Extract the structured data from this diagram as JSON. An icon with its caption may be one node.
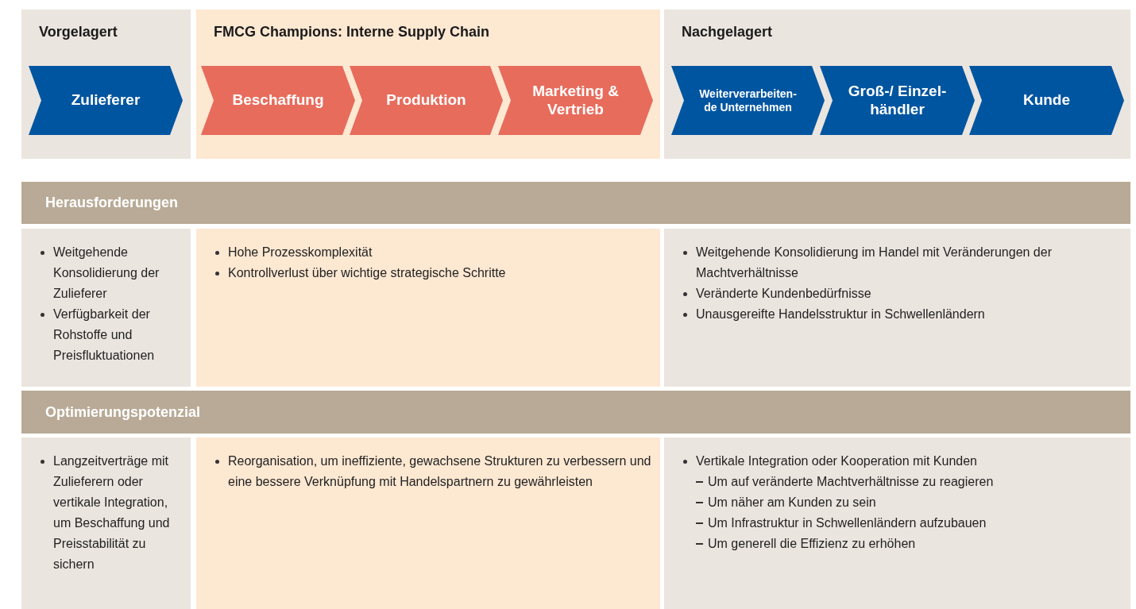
{
  "diagram": {
    "nodes": [
      {
        "text": [
          "Vorgelagert"
        ]
      },
      {
        "text": [
          "Zulieferer"
        ],
        "in": 0
      },
      {
        "text": [
          "FMCG Champions: Interne Supply Chain"
        ]
      },
      {
        "text": [
          "Beschaffung"
        ],
        "in": 2
      },
      {
        "text": [
          "Produktion"
        ],
        "in": 2
      },
      {
        "text": [
          "Marketing & Vertrieb"
        ],
        "in": 2
      },
      {
        "text": [
          "Nachgelagert"
        ]
      },
      {
        "text": [
          "Weiterverarbeiten- de Unternehmen"
        ],
        "in": 6
      },
      {
        "text": [
          "Groß-/ Einzel- händler"
        ],
        "in": 6
      },
      {
        "text": [
          "Kunde"
        ],
        "in": 6
      },
      {
        "text": [
          "Herausforderungen"
        ]
      },
      {
        "text": [
          "Weitgehende Konsolidierung der Zulieferer",
          "Verfügbarkeit der Rohstoffe und Preisfluktuationen"
        ]
      },
      {
        "text": [
          "Hohe Prozesskomplexität",
          "Kontrollverlust über wichtige strategische Schritte"
        ]
      },
      {
        "text": [
          "Weitgehende Konsolidierung im Handel mit Veränderungen der Machtverhältnisse",
          "Veränderte Kundenbedürfnisse",
          "Unausgereifte Handelsstruktur in Schwellenländern"
        ]
      },
      {
        "text": [
          "Optimierungspotenzial"
        ]
      },
      {
        "text": [
          "Langzeitverträge mit Zulieferern oder vertikale Integration, um Beschaffung und Preisstabilität zu sichern"
        ]
      },
      {
        "text": [
          "Reorganisation, um ineffiziente, gewachsene Strukturen zu verbessern und eine bessere Verknüpfung mit Handelspartnern zu gewährleisten"
        ]
      },
      {
        "text": [
          "Vertikale Integration oder Kooperation mit Kunden",
          "Um auf veränderte Machtverhältnisse zu reagieren",
          "Um näher am Kunden zu sein",
          "Um Infrastruktur in Schwellenländern aufzubauen",
          "Um generell die Effizienz zu erhöhen"
        ]
      }
    ],
    "edges": []
  }
}
